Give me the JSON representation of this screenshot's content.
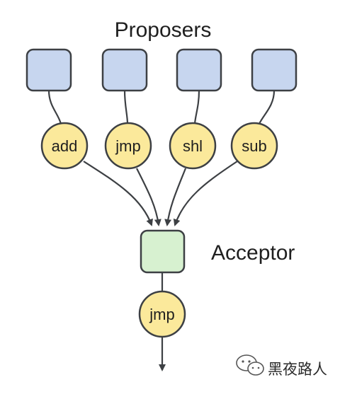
{
  "title": "Proposers",
  "acceptor_label": "Acceptor",
  "proposals": [
    "add",
    "jmp",
    "shl",
    "sub"
  ],
  "result": "jmp",
  "watermark": {
    "text": "黑夜路人",
    "icon": "wechat-icon"
  },
  "colors": {
    "proposer_fill": "#c7d6ef",
    "proposer_stroke": "#3d4044",
    "value_fill": "#fbe99b",
    "value_stroke": "#3d4044",
    "acceptor_fill": "#d7f1d0",
    "acceptor_stroke": "#3d4044",
    "line": "#3d4044"
  }
}
